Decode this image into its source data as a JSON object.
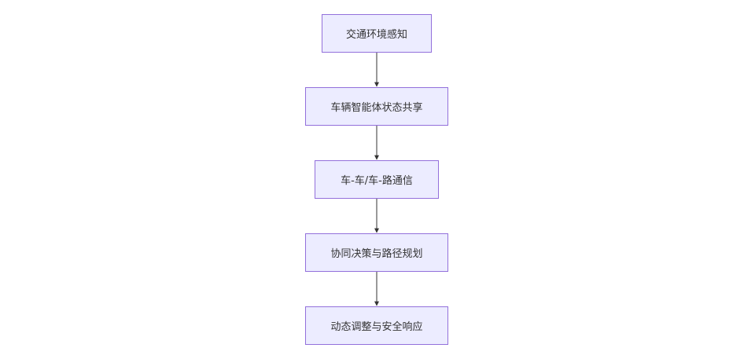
{
  "flowchart": {
    "nodes": [
      {
        "id": "n1",
        "label": "交通环境感知"
      },
      {
        "id": "n2",
        "label": "车辆智能体状态共享"
      },
      {
        "id": "n3",
        "label": "车-车/车-路通信"
      },
      {
        "id": "n4",
        "label": "协同决策与路径规划"
      },
      {
        "id": "n5",
        "label": "动态调整与安全响应"
      }
    ],
    "edges": [
      {
        "from": "n1",
        "to": "n2"
      },
      {
        "from": "n2",
        "to": "n3"
      },
      {
        "from": "n3",
        "to": "n4"
      },
      {
        "from": "n4",
        "to": "n5"
      }
    ],
    "colors": {
      "node_fill": "#ececff",
      "node_border": "#9370db",
      "text": "#333333",
      "edge": "#333333"
    }
  }
}
